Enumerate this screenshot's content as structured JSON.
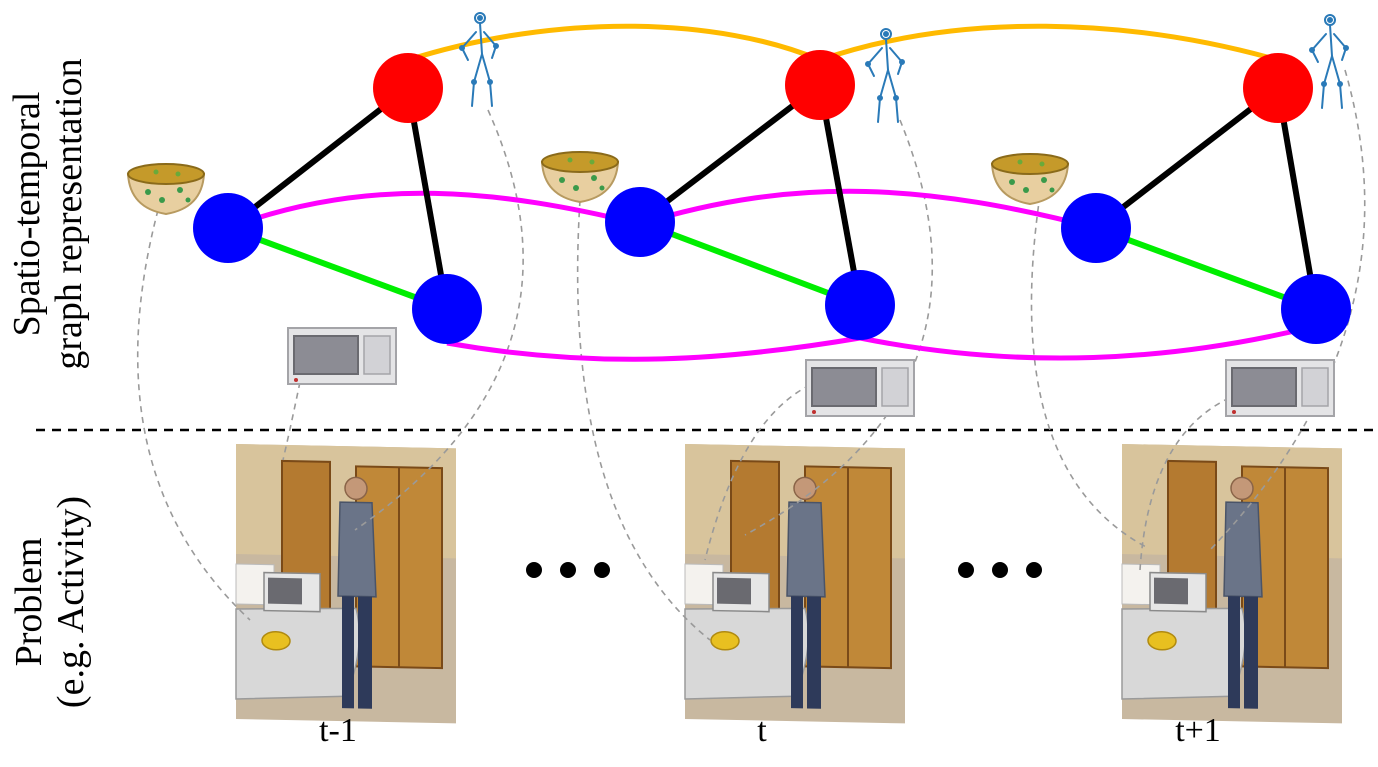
{
  "labels": {
    "top_line1": "Spatio-temporal",
    "top_line2": "graph representation",
    "bottom_line1": "Problem",
    "bottom_line2": "(e.g. Activity)"
  },
  "frames": [
    {
      "label": "t-1"
    },
    {
      "label": "t"
    },
    {
      "label": "t+1"
    }
  ],
  "ellipsis": "• • •",
  "colors": {
    "human_node": "#ff0000",
    "object_node": "#0000ff",
    "human_object_edge": "#000000",
    "object_object_edge": "#00ee00",
    "human_temporal_edge": "#ffba00",
    "object_temporal_edge": "#ff00ff",
    "link_lines": "#9a9a9a",
    "separator": "#000000"
  },
  "node_types": [
    "human",
    "object",
    "object"
  ],
  "icons": [
    "bowl-icon",
    "microwave-icon",
    "skeleton-icon"
  ]
}
